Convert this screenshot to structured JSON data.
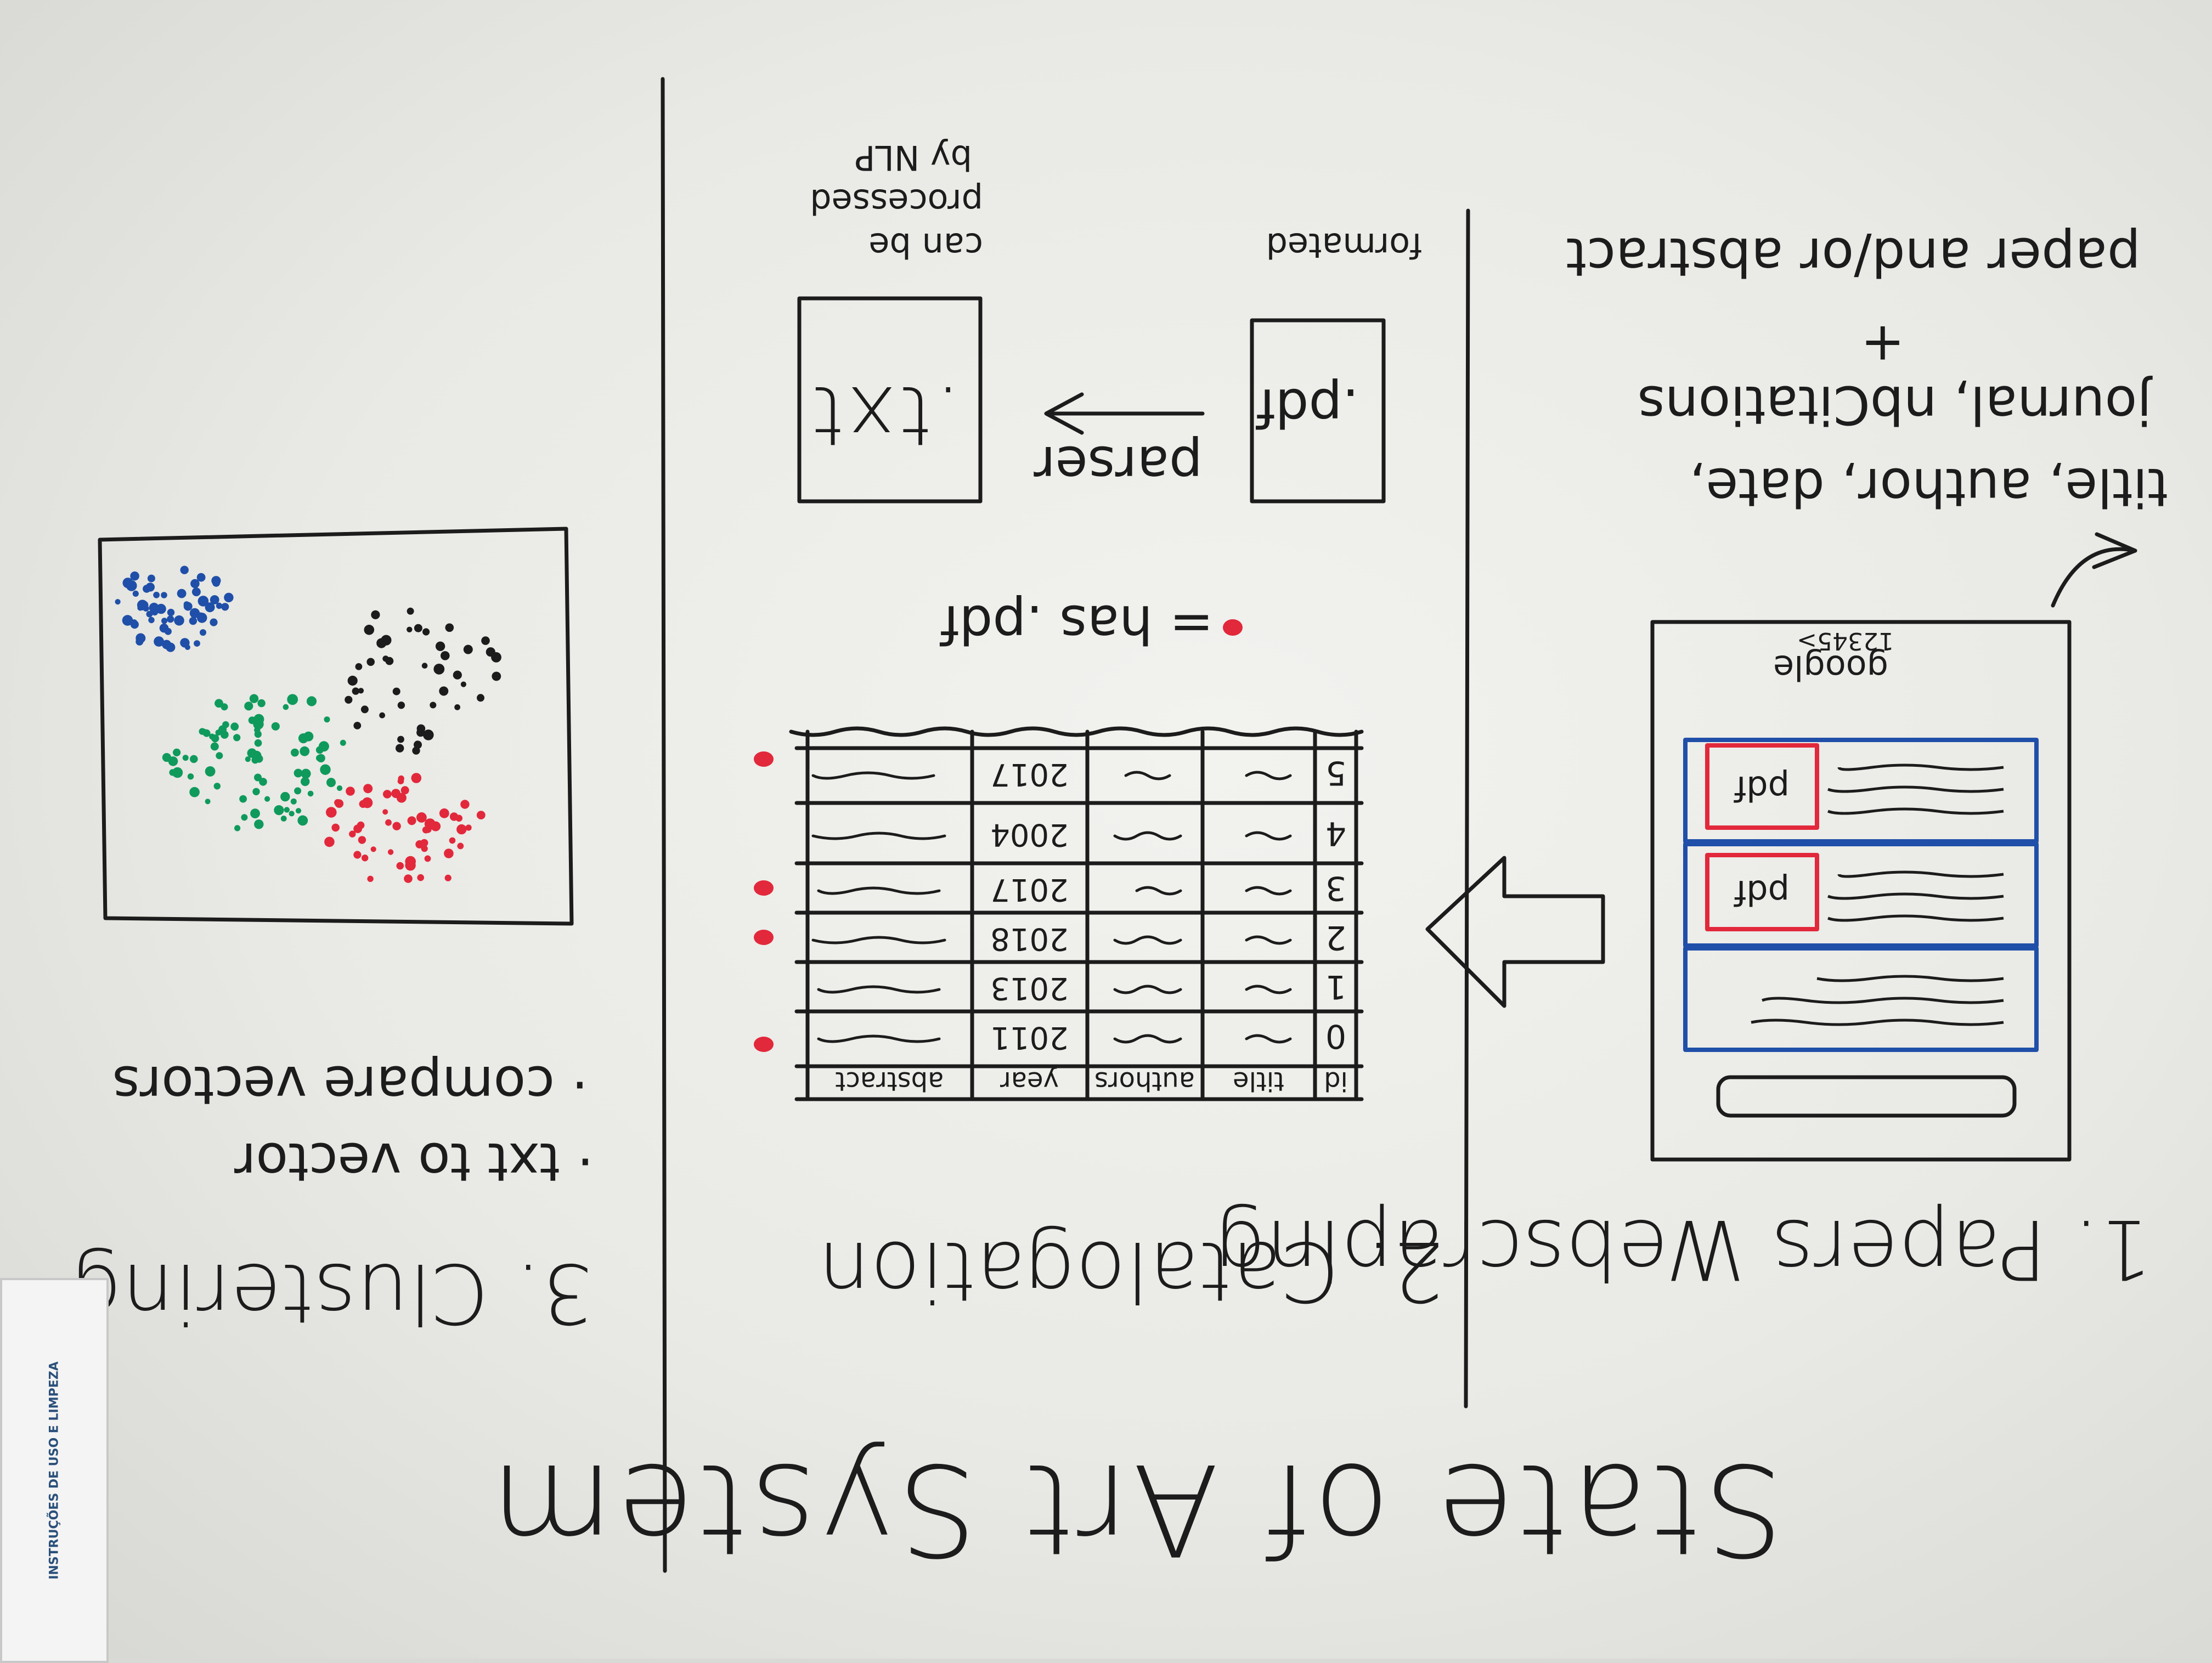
{
  "title": "State of Art System",
  "sections": {
    "webscraping": {
      "heading": "1. Papers Webscraping",
      "note_line1": "title, author, date,",
      "note_line2": "journal, nbCitations",
      "note_plus": "+",
      "note_line3": "paper and/or abstract",
      "browser_header": "google",
      "browser_pages": "12345>",
      "pdf_label": "pdf"
    },
    "catalogation": {
      "heading": "2. Catalogation",
      "pdf_label": ".pdf",
      "pdf_caption": "formated",
      "arrow_label": "parser",
      "txt_label": ".txt",
      "txt_caption_line1": "can be",
      "txt_caption_line2": "processed",
      "txt_caption_line3": "by NLP",
      "legend": "= has .pdf",
      "table": {
        "columns": [
          "id",
          "title",
          "authors",
          "year",
          "abstract"
        ],
        "rows": [
          {
            "id": "0",
            "year": "2011",
            "has_pdf": true
          },
          {
            "id": "1",
            "year": "2013",
            "has_pdf": false
          },
          {
            "id": "2",
            "year": "2018",
            "has_pdf": true
          },
          {
            "id": "3",
            "year": "2017",
            "has_pdf": true
          },
          {
            "id": "4",
            "year": "2004",
            "has_pdf": false
          },
          {
            "id": "5",
            "year": "2017",
            "has_pdf": true
          }
        ]
      }
    },
    "clustering": {
      "heading": "3. Clustering",
      "bullet1": "· txt to vector",
      "bullet2": "· compare vectors"
    }
  },
  "colors": {
    "ink": "#1c1c1c",
    "blue_marker": "#1f4fa8",
    "red_marker": "#e2283b",
    "green_marker": "#0f9a5c"
  },
  "label_card": {
    "text": "INSTRUÇÕES DE USO E LIMPEZA"
  }
}
